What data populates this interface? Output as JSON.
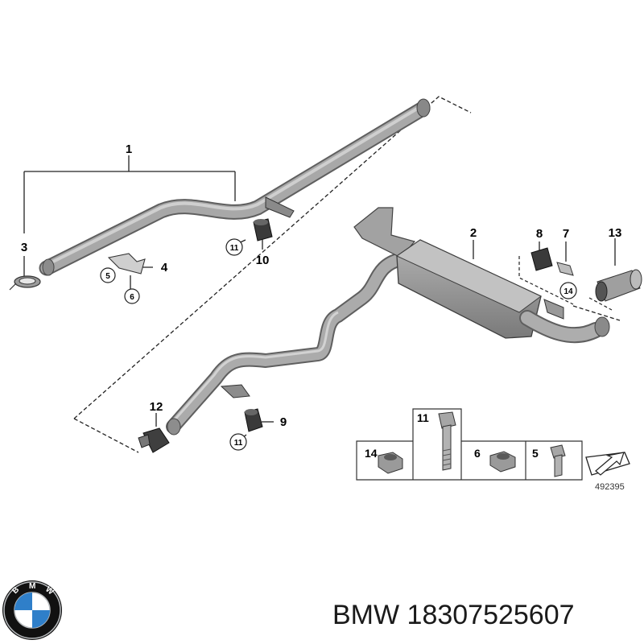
{
  "callouts": {
    "c1": "1",
    "c2": "2",
    "c3": "3",
    "c4": "4",
    "c5": "5",
    "c6": "6",
    "c7": "7",
    "c8": "8",
    "c9": "9",
    "c10": "10",
    "c11a": "11",
    "c11b": "11",
    "c12": "12",
    "c13": "13",
    "c14": "14"
  },
  "hardware_table": {
    "cells": [
      "14",
      "11",
      "6",
      "5"
    ]
  },
  "image_number": "492395",
  "caption": {
    "brand": "BMW",
    "part_number": "18307525607",
    "text": "BMW 18307525607"
  },
  "logo": {
    "letters": [
      "B",
      "M",
      "W"
    ],
    "colors": {
      "ring": "#111111",
      "blue": "#2f7fc9",
      "white": "#ffffff",
      "silver": "#b9bcbf"
    }
  }
}
